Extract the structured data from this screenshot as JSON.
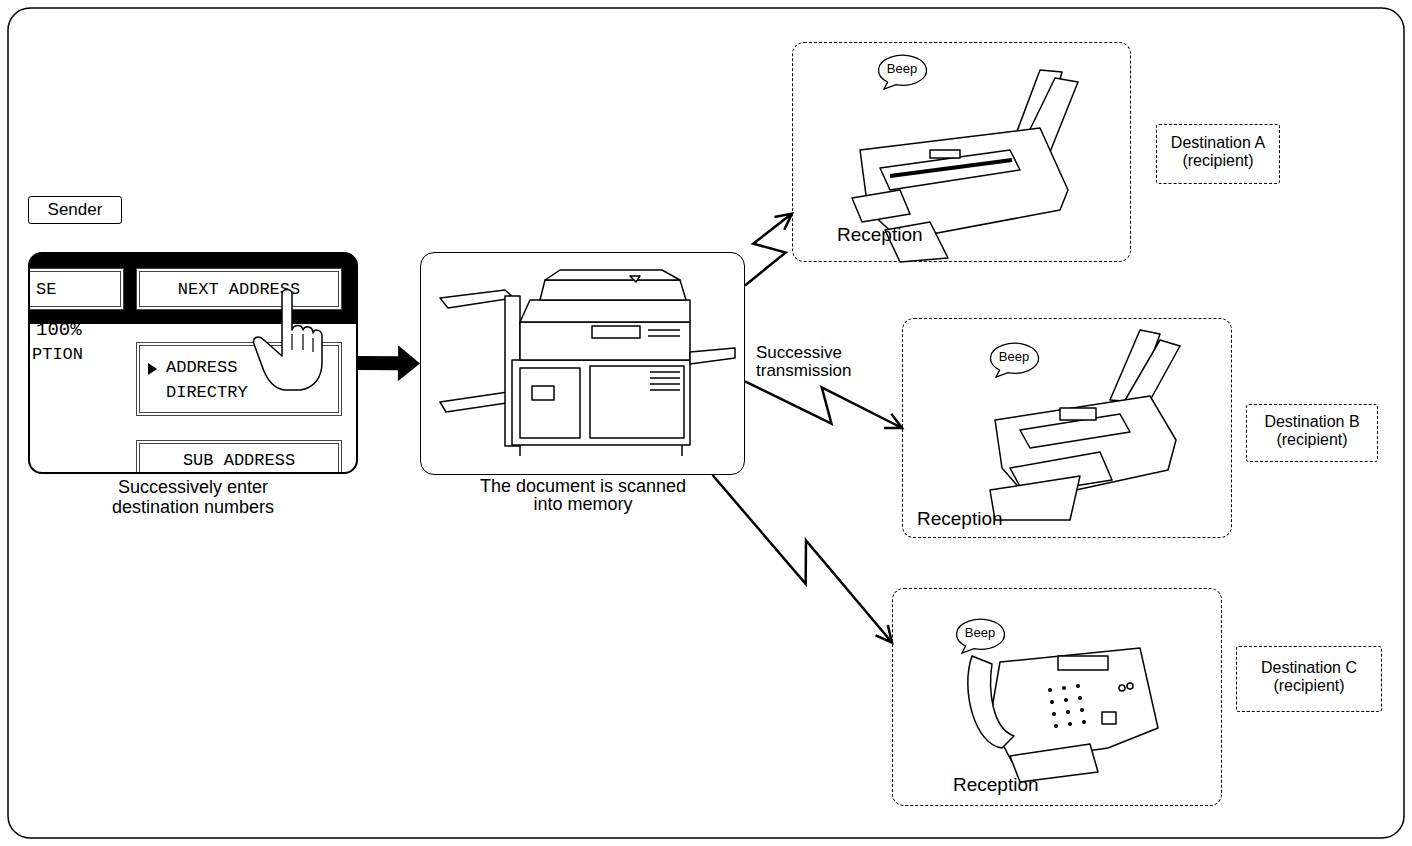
{
  "diagram": {
    "nodes": [
      {
        "text": [
          "Sender"
        ]
      },
      {
        "text": [
          "100%",
          "PTION"
        ]
      },
      {
        "text": [
          "SE"
        ],
        "in": 1
      },
      {
        "text": [
          "NEXT ADDRESS"
        ],
        "in": 1
      },
      {
        "text": [
          "ADDRESS DIRECTRY"
        ],
        "in": 1
      },
      {
        "text": [
          "SUB ADDRESS"
        ],
        "in": 1
      },
      {
        "text": [
          "The document is scanned into memory"
        ]
      },
      {
        "text": [
          "Reception"
        ]
      },
      {
        "text": [
          "Beep"
        ],
        "in": 7
      },
      {
        "text": [
          "Destination A (recipient)"
        ]
      },
      {
        "text": [
          "Reception"
        ]
      },
      {
        "text": [
          "Beep"
        ],
        "in": 10
      },
      {
        "text": [
          "Destination B (recipient)"
        ]
      },
      {
        "text": [
          "Reception"
        ]
      },
      {
        "text": [
          "Beep"
        ],
        "in": 13
      },
      {
        "text": [
          "Destination C (recipient)"
        ]
      }
    ],
    "edges": [
      {
        "from": 1,
        "to": 6,
        "arrow": "to"
      },
      {
        "from": 6,
        "to": 7,
        "arrow": "to"
      },
      {
        "from": 6,
        "to": 10,
        "arrow": "to",
        "label": "Successive transmission"
      },
      {
        "from": 6,
        "to": 13,
        "arrow": "to"
      }
    ],
    "labels": [
      "Successively enter destination numbers"
    ]
  }
}
